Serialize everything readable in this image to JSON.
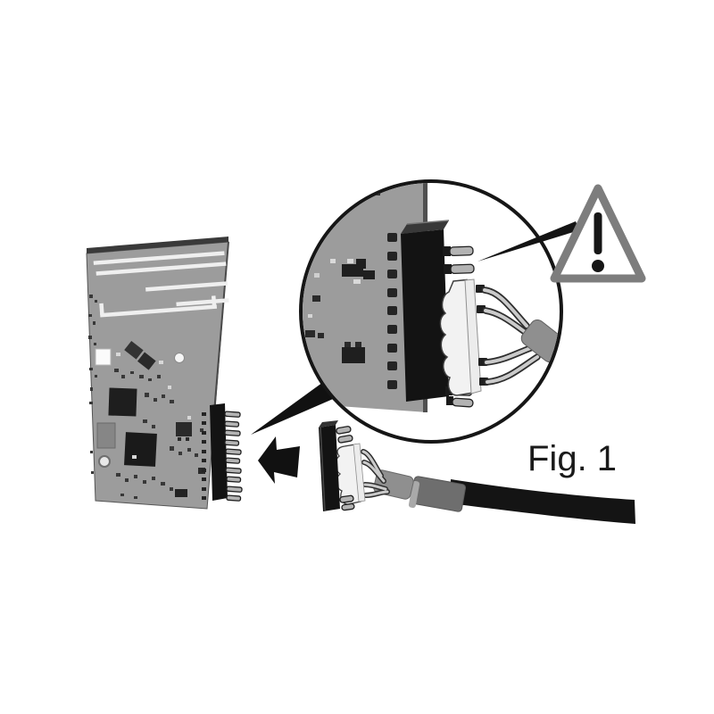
{
  "figure": {
    "label": "Fig. 1"
  },
  "icons": {
    "warning": "warning-triangle-exclamation-icon",
    "arrow": "insert-direction-arrow",
    "magnifier": "magnifier-detail-circle"
  },
  "colors": {
    "background": "#ffffff",
    "board_gray": "#9c9c9c",
    "board_edge_dark": "#3a3a3a",
    "trace_white": "#efefef",
    "component_black": "#1b1b1b",
    "header_black": "#131313",
    "pin_silver": "#b3b3b3",
    "housing_white": "#f2f2f2",
    "wire_gray": "#cacaca",
    "sleeve_gray": "#8f8f8f",
    "sleeve_dark_gray": "#6e6e6e",
    "cable_black": "#141414",
    "warning_triangle_gray": "#7d7d7d",
    "outline_black": "#161616",
    "label_color": "#1a1a1a"
  }
}
